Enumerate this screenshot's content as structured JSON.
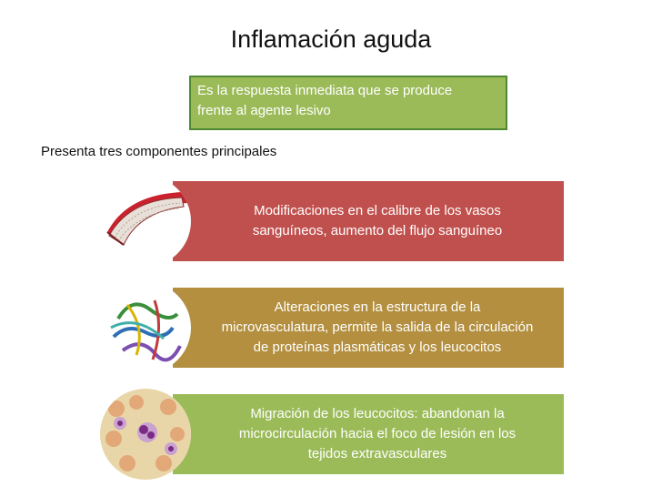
{
  "title": "Inflamación aguda",
  "definition": {
    "line1": "Es la respuesta inmediata que se produce",
    "line2": "frente al agente lesivo"
  },
  "intro": "Presenta tres componentes principales",
  "components": [
    {
      "line1": "Modificaciones en el calibre de los vasos",
      "line2": "sanguíneos, aumento del flujo sanguíneo",
      "color": "#c0504d",
      "icon": "blood-vessel-icon"
    },
    {
      "line1": "Alteraciones en la estructura de la",
      "line2": "microvasculatura, permite la salida de la  circulación",
      "line3": "de proteínas plasmáticas y los leucocitos",
      "color": "#b38f3f",
      "icon": "protein-structure-icon"
    },
    {
      "line1": "Migración de los leucocitos: abandonan la",
      "line2": "microcirculación hacia el foco de lesión en los",
      "line3": "tejidos extravasculares",
      "color": "#9bbb59",
      "icon": "leukocyte-cells-icon"
    }
  ]
}
